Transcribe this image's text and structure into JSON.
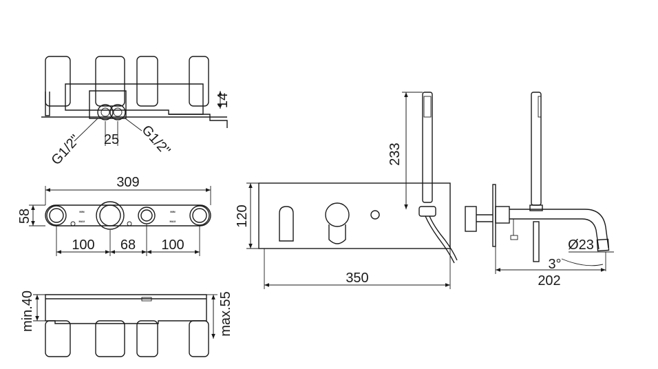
{
  "top_view": {
    "dim_height": "14",
    "dim_center": "25",
    "thread_left": "G1/2\"",
    "thread_right": "G1/2\""
  },
  "front_body": {
    "dim_height": "58",
    "dim_width": "309",
    "dim_left": "100",
    "dim_mid": "68",
    "dim_right": "100",
    "mark_min": "MIN",
    "mark_max": "MAX"
  },
  "bottom_view": {
    "dim_min": "min.40",
    "dim_max": "max.55"
  },
  "front_panel": {
    "dim_height": "120",
    "dim_width": "350",
    "dim_shower": "233"
  },
  "side_view": {
    "dim_diameter": "Ø23",
    "dim_angle": "3°",
    "dim_depth": "202"
  }
}
